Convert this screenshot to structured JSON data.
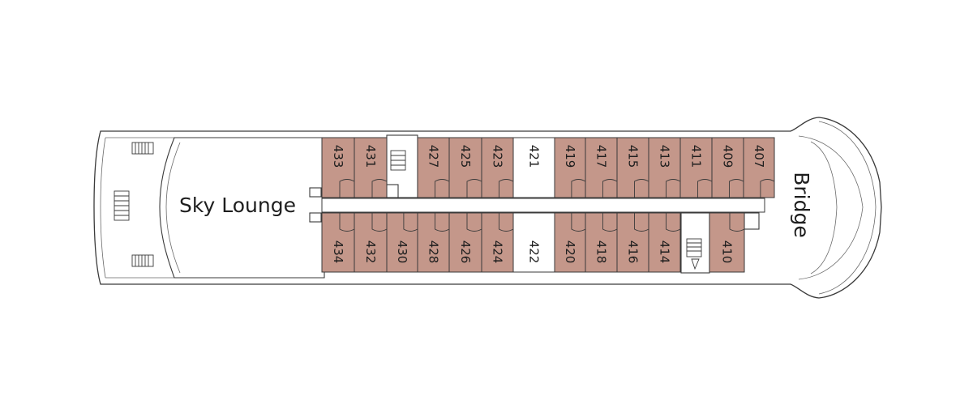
{
  "labels": {
    "sky_lounge": "Sky Lounge",
    "bridge": "Bridge"
  },
  "cabins_top": [
    {
      "number": "433",
      "color": "#c4978a"
    },
    {
      "number": "431",
      "color": "#c4978a"
    },
    {
      "number": "427",
      "color": "#c4978a"
    },
    {
      "number": "425",
      "color": "#c4978a"
    },
    {
      "number": "423",
      "color": "#c4978a"
    },
    {
      "number": "421",
      "color": "#ffffff"
    },
    {
      "number": "419",
      "color": "#c4978a"
    },
    {
      "number": "417",
      "color": "#c4978a"
    },
    {
      "number": "415",
      "color": "#c4978a"
    },
    {
      "number": "413",
      "color": "#c4978a"
    },
    {
      "number": "411",
      "color": "#c4978a"
    },
    {
      "number": "409",
      "color": "#c4978a"
    },
    {
      "number": "407",
      "color": "#c4978a"
    }
  ],
  "cabins_bottom": [
    {
      "number": "434",
      "color": "#c4978a"
    },
    {
      "number": "432",
      "color": "#c4978a"
    },
    {
      "number": "430",
      "color": "#c4978a"
    },
    {
      "number": "428",
      "color": "#c4978a"
    },
    {
      "number": "426",
      "color": "#c4978a"
    },
    {
      "number": "424",
      "color": "#c4978a"
    },
    {
      "number": "422",
      "color": "#ffffff"
    },
    {
      "number": "420",
      "color": "#c4978a"
    },
    {
      "number": "418",
      "color": "#c4978a"
    },
    {
      "number": "416",
      "color": "#c4978a"
    },
    {
      "number": "414",
      "color": "#c4978a"
    },
    {
      "number": "410",
      "color": "#c4978a"
    }
  ],
  "colors": {
    "cabin_fill": "#c4978a",
    "line": "#3a3a3a",
    "background": "#ffffff"
  }
}
